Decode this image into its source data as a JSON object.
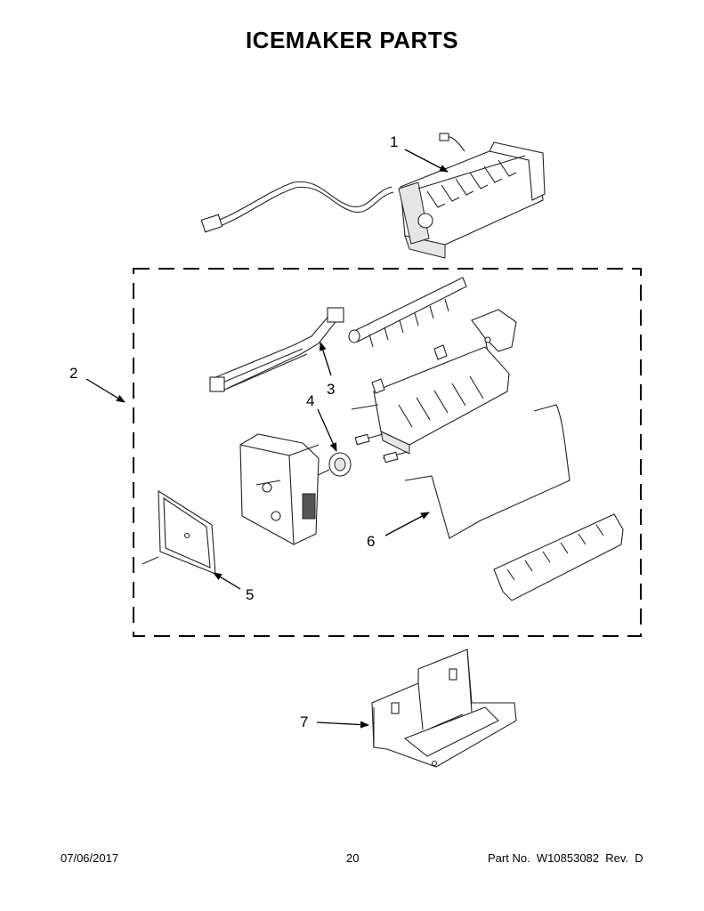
{
  "page": {
    "title": "ICEMAKER PARTS",
    "callouts": [
      "1",
      "2",
      "3",
      "4",
      "5",
      "6",
      "7"
    ],
    "footer": {
      "date": "07/06/2017",
      "page_number": "20",
      "part_info": "Part No.  W10853082  Rev.  D"
    }
  }
}
